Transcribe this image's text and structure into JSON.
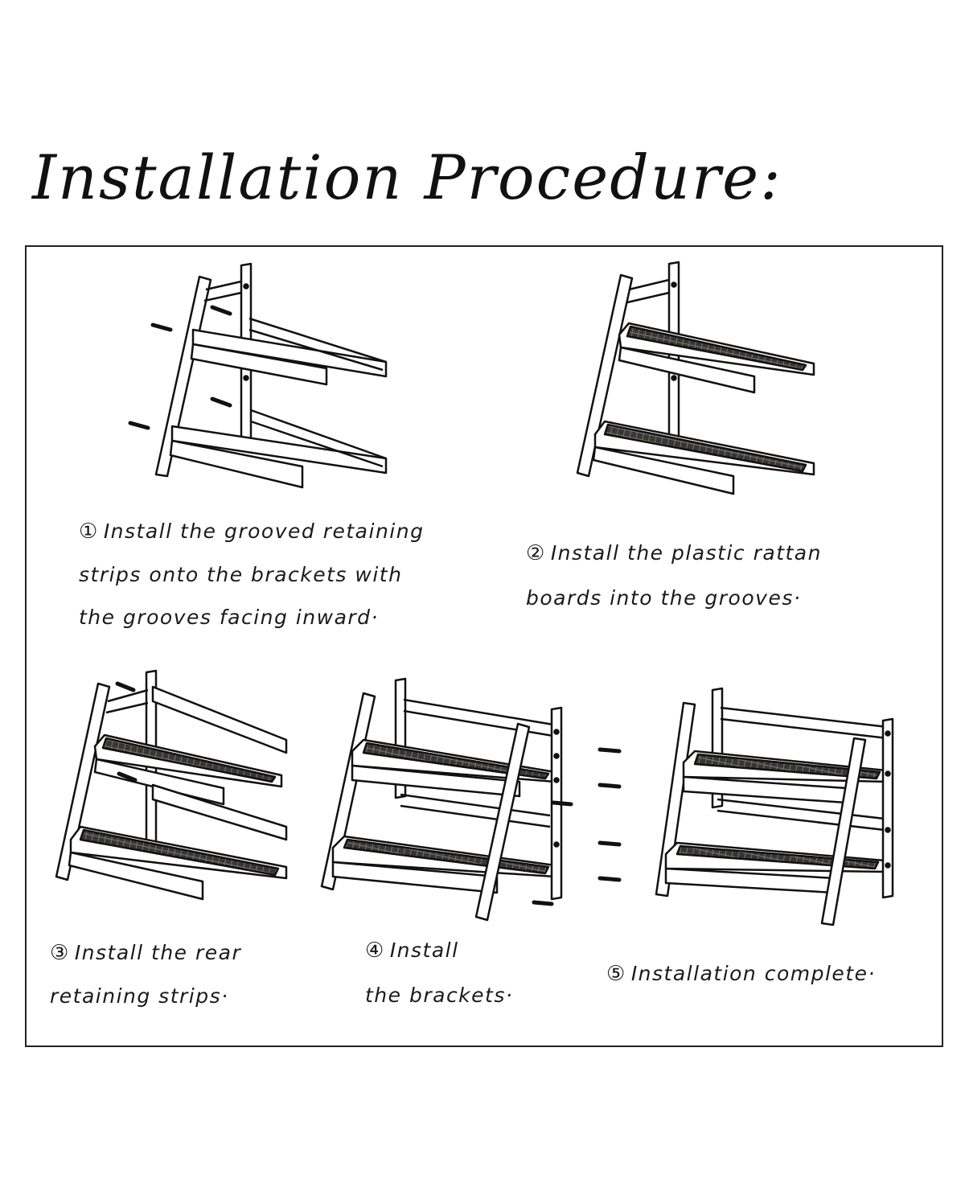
{
  "title": "Installation Procedure:",
  "steps": [
    {
      "number": "①",
      "lines": [
        "Install the grooved retaining",
        "strips onto the brackets with",
        "the grooves facing inward·"
      ]
    },
    {
      "number": "②",
      "lines": [
        "Install the plastic rattan",
        "boards into the grooves·"
      ]
    },
    {
      "number": "③",
      "lines": [
        "Install the rear",
        "retaining strips·"
      ]
    },
    {
      "number": "④",
      "lines": [
        "Install",
        "the brackets·"
      ]
    },
    {
      "number": "⑤",
      "lines": [
        "Installation complete·"
      ]
    }
  ],
  "colors": {
    "ink": "#111111",
    "frame": "#222222",
    "rattan": "#3a3530"
  }
}
